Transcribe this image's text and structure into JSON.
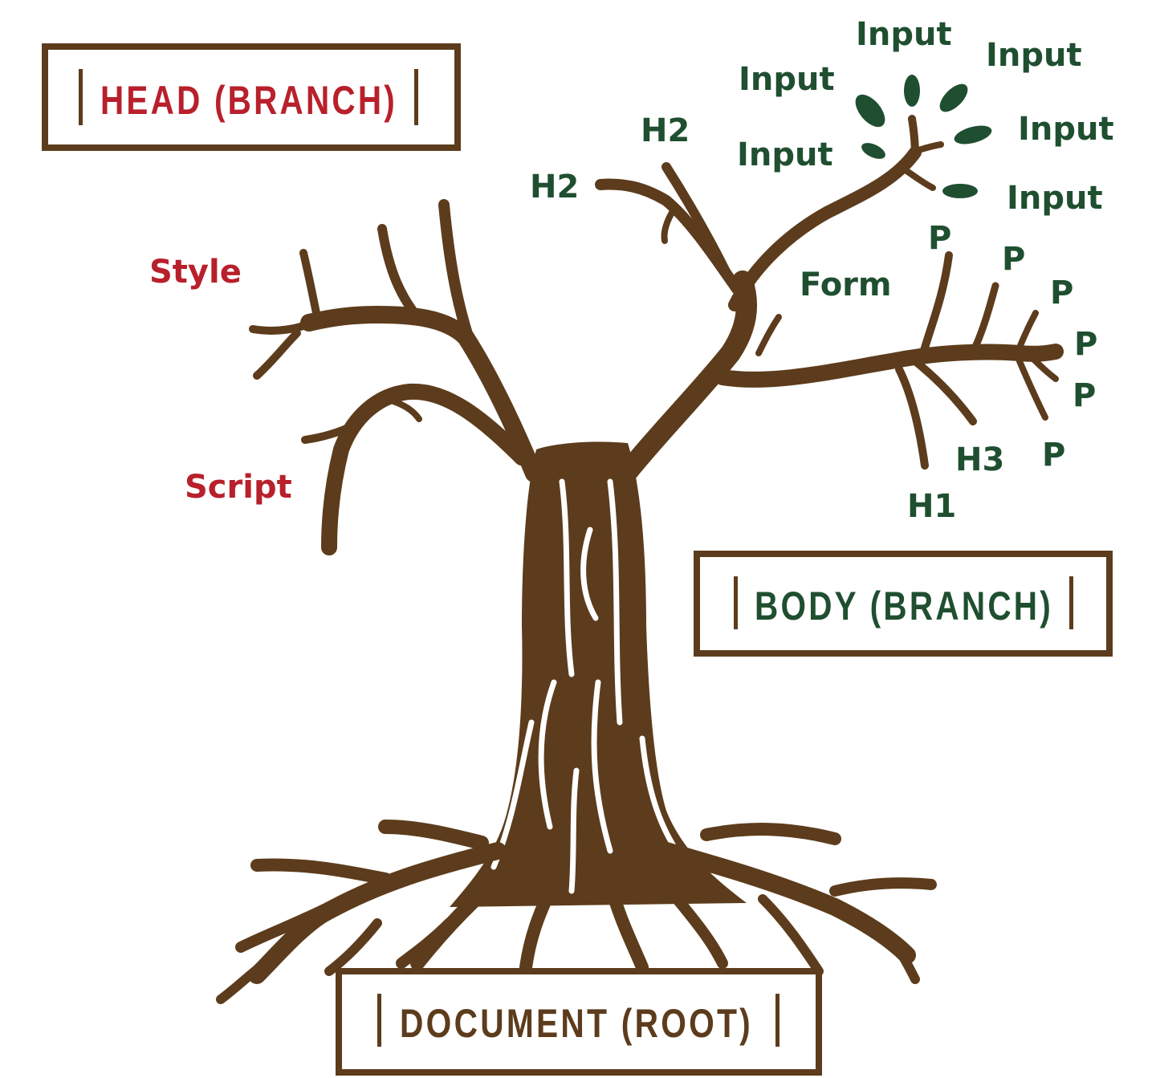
{
  "colors": {
    "bark": "#5c3c1c",
    "head": "#b8202b",
    "body": "#1f4f30",
    "background": "#ffffff"
  },
  "signs": {
    "head": "HEAD (BRANCH)",
    "body": "BODY (BRANCH)",
    "root": "DOCUMENT (ROOT)"
  },
  "labels": {
    "style": "Style",
    "script": "Script",
    "h2_left": "H2",
    "h2_top": "H2",
    "form": "Form",
    "input_1": "Input",
    "input_2": "Input",
    "input_3": "Input",
    "input_4": "Input",
    "input_5": "Input",
    "input_6": "Input",
    "p_1": "P",
    "p_2": "P",
    "p_3": "P",
    "p_4": "P",
    "p_5": "P",
    "p_6": "P",
    "h3": "H3",
    "h1": "H1"
  }
}
